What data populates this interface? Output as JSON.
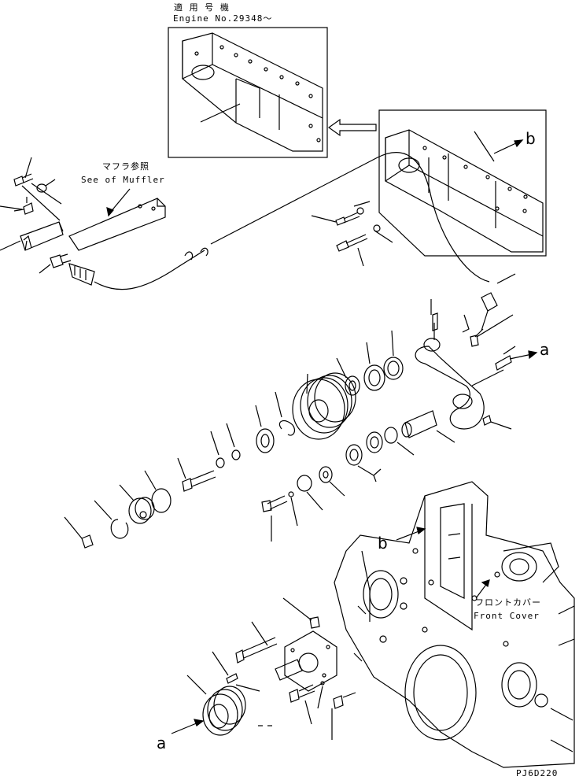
{
  "annotations": {
    "serial_jp": "適 用 号 機",
    "serial_en": "Engine No.29348～",
    "muffler_jp": "マフラ参照",
    "muffler_en": "See of Muffler",
    "front_cover_jp": "フロントカバー",
    "front_cover_en": "Front Cover",
    "ref_b_top": "b",
    "ref_a_right": "a",
    "ref_b_cover": "b",
    "ref_a_bottom": "a",
    "drawing_code": "PJ6D220"
  }
}
